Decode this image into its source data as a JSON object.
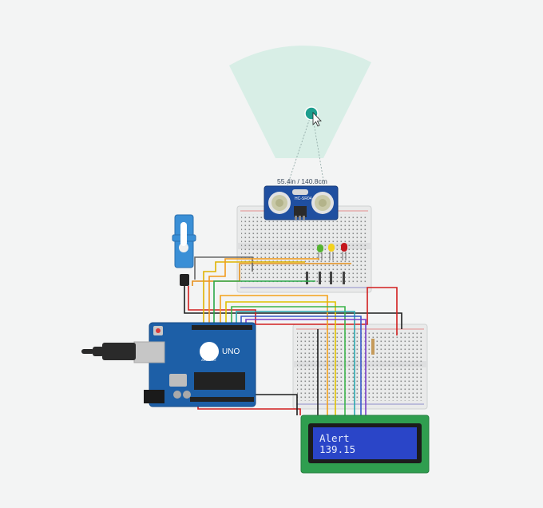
{
  "simulation": {
    "distance_label": "55.4in / 140.8cm",
    "sensor": {
      "model": "HC-SR04"
    },
    "lcd": {
      "line1": "Alert",
      "line2": "139.15"
    },
    "arduino": {
      "brand": "ARDUINO",
      "model": "UNO"
    }
  },
  "colors": {
    "background": "#f3f4f4",
    "sensor_cone": "#d8eee6",
    "target": "#1e9e8e",
    "arduino_board": "#1d5fa7",
    "lcd_pcb": "#2f9e4f",
    "lcd_screen": "#2a45c8",
    "breadboard": "#e9eaea",
    "led_red": "#c4161c",
    "led_yellow": "#f3d21c",
    "led_green": "#55b431"
  },
  "icons": [
    "cursor-arrow-icon"
  ]
}
